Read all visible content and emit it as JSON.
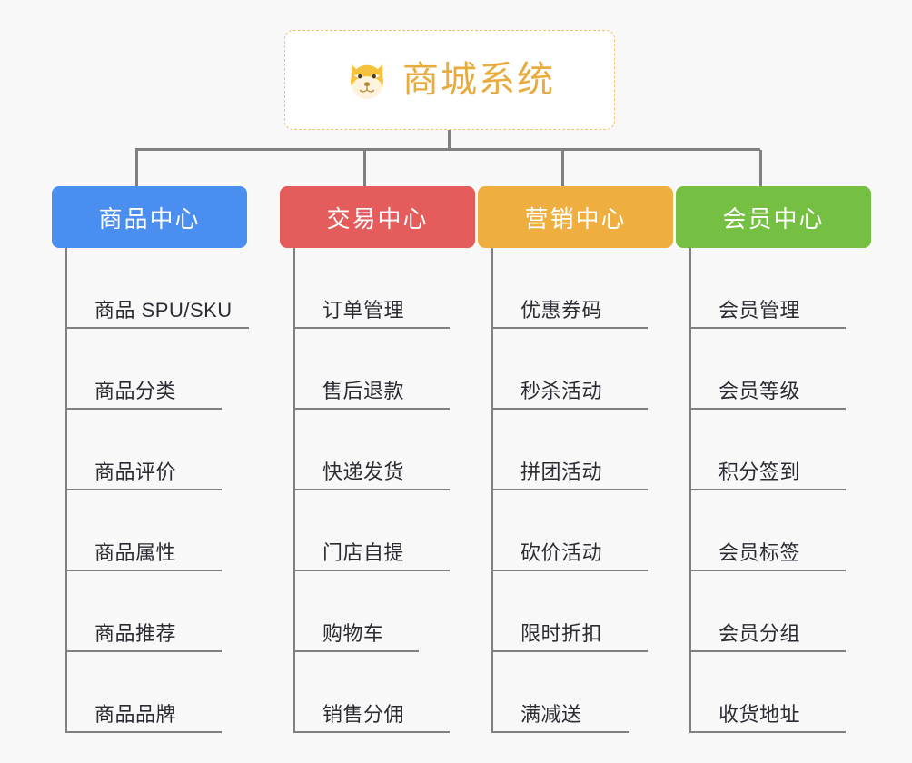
{
  "root": {
    "title": "商城系统",
    "icon": "dog-face-emoji",
    "title_color": "#e8ab3e",
    "border_color": "#f0c270"
  },
  "categories": [
    {
      "label": "商品中心",
      "color": "#4a8ef0",
      "items": [
        "商品 SPU/SKU",
        "商品分类",
        "商品评价",
        "商品属性",
        "商品推荐",
        "商品品牌"
      ]
    },
    {
      "label": "交易中心",
      "color": "#e55c5c",
      "items": [
        "订单管理",
        "售后退款",
        "快递发货",
        "门店自提",
        "购物车",
        "销售分佣"
      ]
    },
    {
      "label": "营销中心",
      "color": "#eeaf40",
      "items": [
        "优惠券码",
        "秒杀活动",
        "拼团活动",
        "砍价活动",
        "限时折扣",
        "满减送"
      ]
    },
    {
      "label": "会员中心",
      "color": "#75c043",
      "items": [
        "会员管理",
        "会员等级",
        "积分签到",
        "会员标签",
        "会员分组",
        "收货地址"
      ]
    }
  ],
  "connector_color": "#808080",
  "background_color": "#f8f8f8"
}
